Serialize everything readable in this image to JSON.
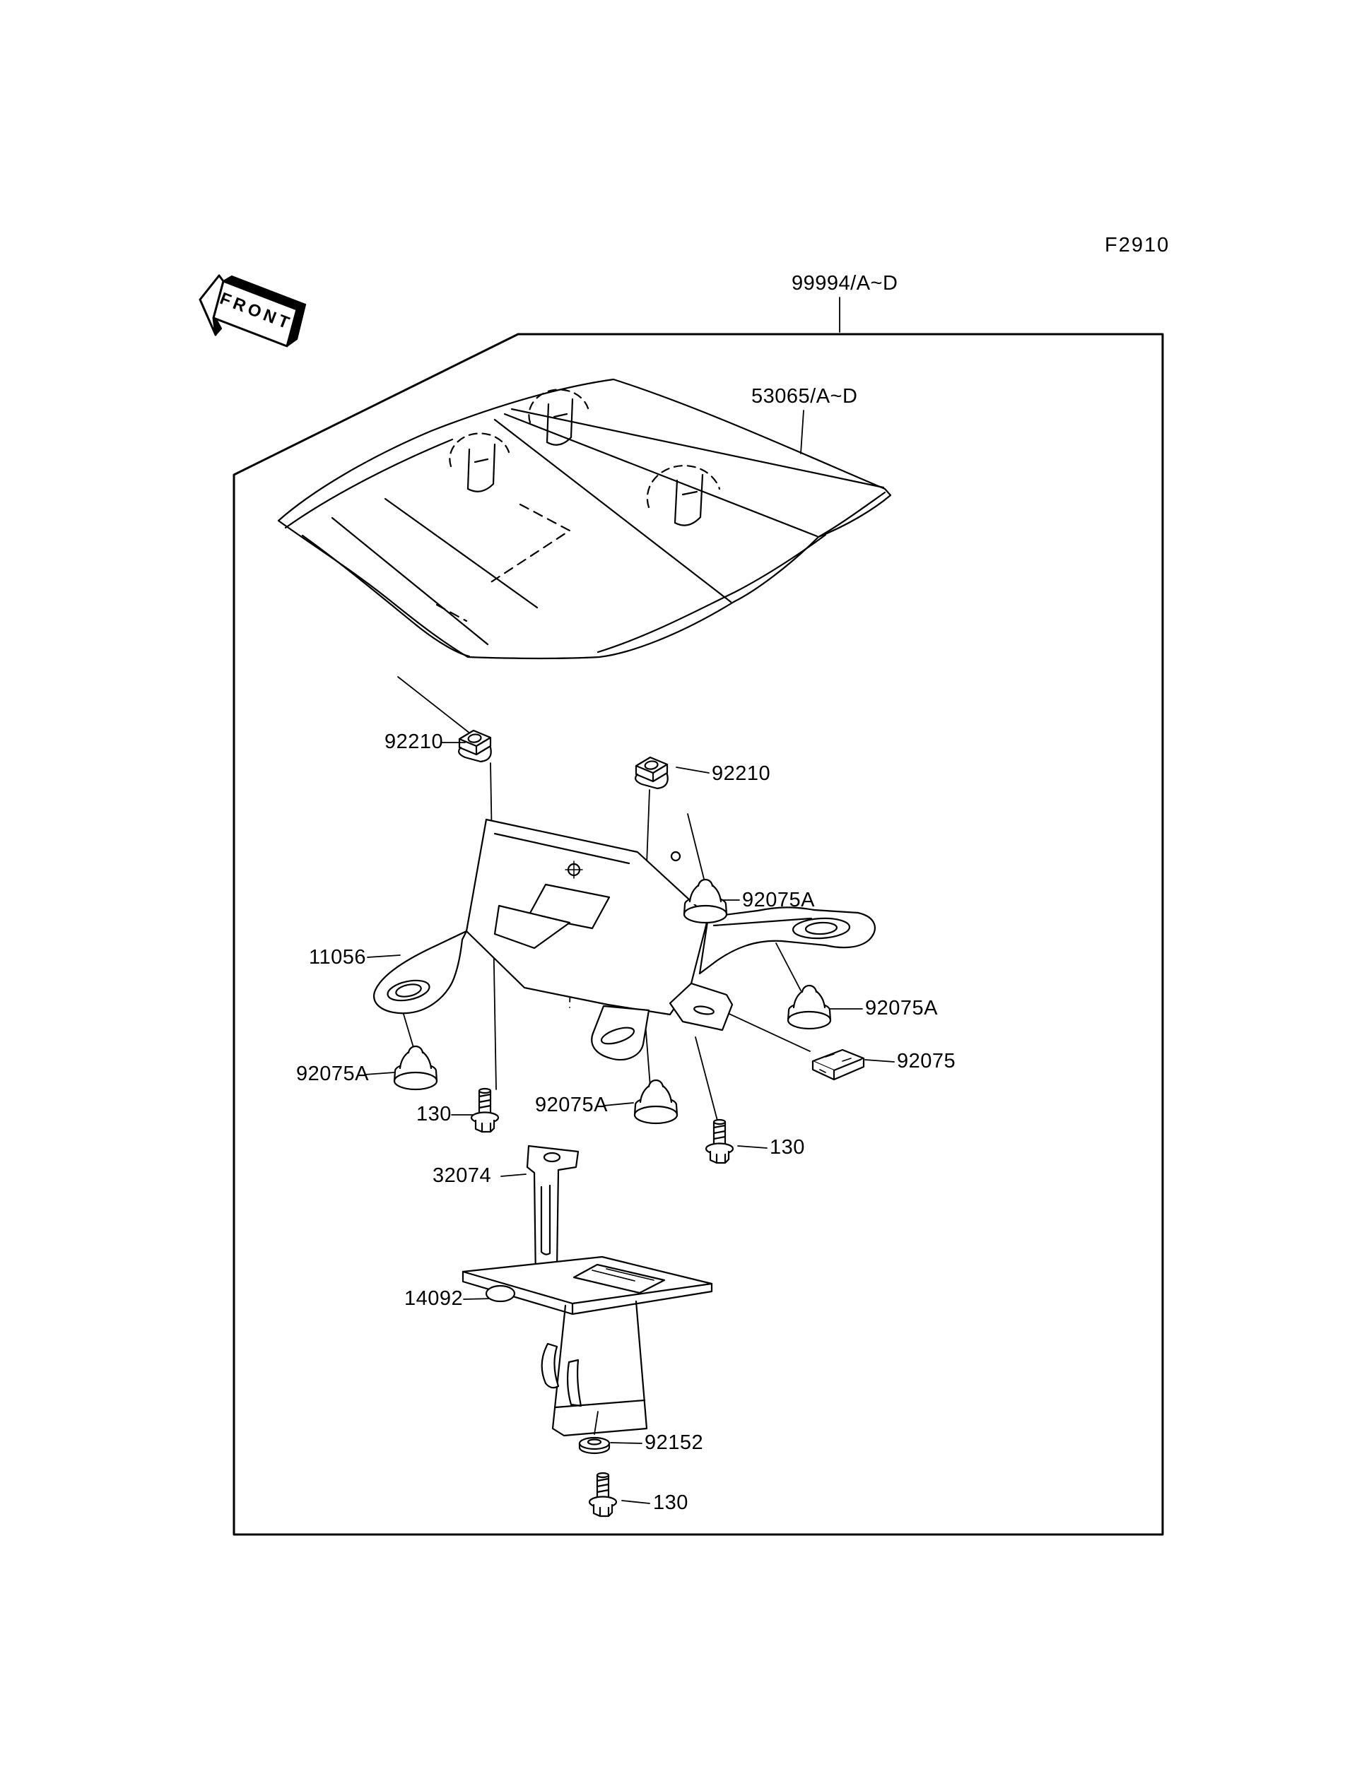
{
  "figure_code": "F2910",
  "front_label": "FRONT",
  "parts": {
    "assembly": "99994/A~D",
    "seat_cover": "53065/A~D",
    "nut_left": "92210",
    "nut_right": "92210",
    "damper_top_right": "92075A",
    "bracket": "11056",
    "damper_right": "92075A",
    "pad": "92075",
    "damper_left": "92075A",
    "bolt_left": "130",
    "damper_center": "92075A",
    "bolt_right": "130",
    "stay": "32074",
    "bracket_cover": "14092",
    "collar": "92152",
    "bolt_bottom": "130"
  },
  "colors": {
    "line": "#000000",
    "background": "#ffffff"
  }
}
